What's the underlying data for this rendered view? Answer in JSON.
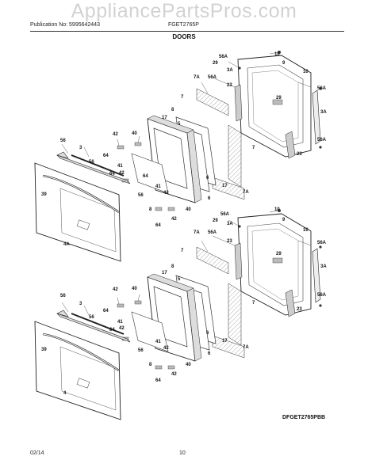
{
  "watermark": "AppliancePartsPros.com",
  "header": {
    "publication": "Publication No: 5995642443",
    "model": "FGET2765P",
    "title": "DOORS"
  },
  "diagram_code": "DFGET2765PBB",
  "footer": {
    "date": "02/14",
    "page": "10"
  },
  "callouts": {
    "c10a": "10",
    "c56Aa": "56A",
    "c29a": "29",
    "c9a": "9",
    "c3Aa": "3A",
    "c10b": "10",
    "c7Aa": "7A",
    "c56Ab": "56A",
    "c23a": "23",
    "c56Ac": "56A",
    "c7a": "7",
    "c8a": "8",
    "c17a": "17",
    "c5a": "5",
    "c29b": "29",
    "c3Ab": "3A",
    "c56Ad": "56A",
    "c23b": "23",
    "c7b": "7",
    "c56a": "56",
    "c3a": "3",
    "c42a": "42",
    "c40a": "40",
    "c64a": "64",
    "c56b": "56",
    "c41a": "41",
    "c64b": "64",
    "c42b": "42",
    "c6a": "6",
    "c17b": "17",
    "c7Ab": "7A",
    "c39a": "39",
    "c56c": "56",
    "c41b": "41",
    "c42c": "42",
    "c8b": "8",
    "c40b": "40",
    "c6b": "6",
    "c64c": "64",
    "c42d": "42",
    "c4Aa": "4A",
    "c10c": "10",
    "c56Ae": "56A",
    "c29c": "29",
    "c9b": "9",
    "c3Ac": "3A",
    "c10d": "10",
    "c7Ac": "7A",
    "c56Af": "56A",
    "c23c": "23",
    "c56Ag": "56A",
    "c7c": "7",
    "c8c": "8",
    "c17c": "17",
    "c5b": "5",
    "c29d": "29",
    "c3Ad": "3A",
    "c56Ah": "56A",
    "c23d": "23",
    "c7d": "7",
    "c56d": "56",
    "c3b": "3",
    "c42e": "42",
    "c40c": "40",
    "c64d": "64",
    "c56e": "56",
    "c41c": "41",
    "c64e": "64",
    "c42f": "42",
    "c6c": "6",
    "c17d": "17",
    "c7Ad": "7A",
    "c39b": "39",
    "c56f": "56",
    "c41d": "41",
    "c42g": "42",
    "c8d": "8",
    "c40d": "40",
    "c6d": "6",
    "c64f": "64",
    "c42h": "42",
    "c4a": "4"
  }
}
